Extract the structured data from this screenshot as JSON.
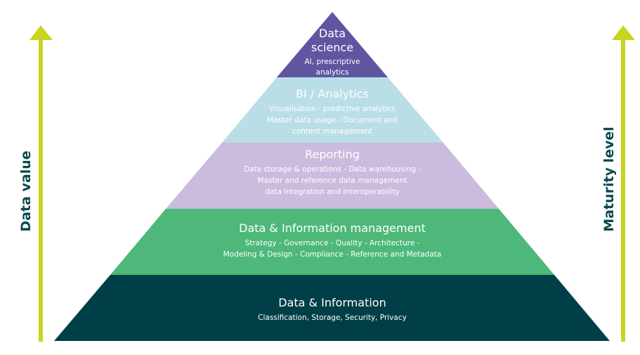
{
  "axes": {
    "left_label": "Data value",
    "right_label": "Maturity level",
    "arrow_color": "#c8d41f",
    "label_color": "#0b4a4f"
  },
  "levels": [
    {
      "title": [
        "Data",
        "science"
      ],
      "lines": [
        "AI, prescriptive",
        "analytics"
      ],
      "color": "#5f55a0"
    },
    {
      "title": [
        "BI / Analytics"
      ],
      "lines": [
        "Visualisation - predictive analytics",
        "Master data usage - Document and",
        "content management"
      ],
      "color": "#b9dee6"
    },
    {
      "title": [
        "Reporting"
      ],
      "lines": [
        "Data storage & operations - Data warehousing -",
        "Master and reference data management",
        "data integration and interoperability"
      ],
      "color": "#cbbbde"
    },
    {
      "title": [
        "Data & Information management"
      ],
      "lines": [
        "Strategy - Governance - Quality - Architecture -",
        "Modeling & Design - Compliance - Reference and Metadata"
      ],
      "color": "#4db87a"
    },
    {
      "title": [
        "Data & Information"
      ],
      "lines": [
        "Classification, Storage, Security, Privacy"
      ],
      "color": "#003f47"
    }
  ]
}
